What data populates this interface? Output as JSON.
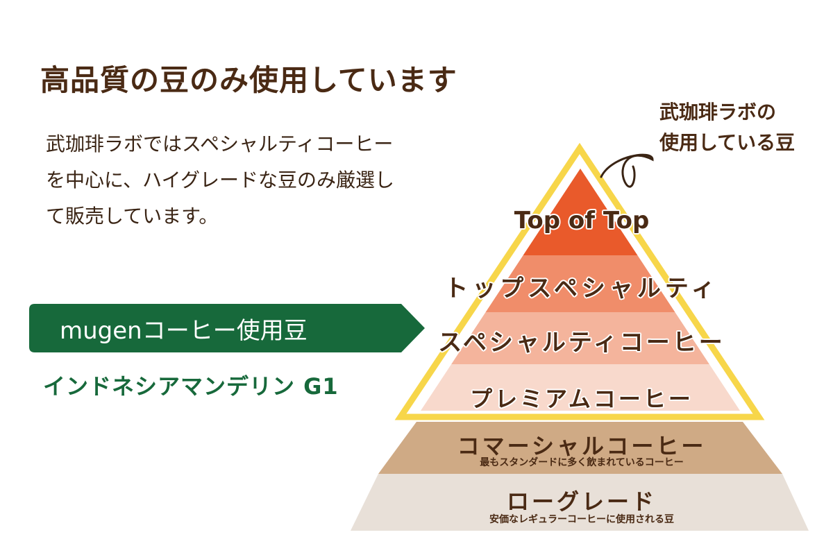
{
  "header": {
    "title": "高品質の豆のみ使用しています"
  },
  "description": {
    "lines": [
      "武珈琲ラボではスペシャルティコーヒー",
      "を中心に、ハイグレードな豆のみ厳選し",
      "て販売しています。"
    ]
  },
  "callout": {
    "lines": [
      "武珈琲ラボの",
      "使用している豆"
    ]
  },
  "banner": {
    "label": "mugenコーヒー使用豆",
    "color": "#17693b"
  },
  "bean": {
    "name": "インドネシアマンデリン G1"
  },
  "pyramid": {
    "highlight_color": "#f7d64a",
    "tiers": [
      {
        "label": "Top of Top",
        "sub": "",
        "color": "#e95a2b"
      },
      {
        "label": "トップスペシャルティ",
        "sub": "",
        "color": "#f08d6a"
      },
      {
        "label": "スペシャルティコーヒー",
        "sub": "",
        "color": "#f4b49c"
      },
      {
        "label": "プレミアムコーヒー",
        "sub": "",
        "color": "#f8d9cc"
      },
      {
        "label": "コマーシャルコーヒー",
        "sub": "最もスタンダードに多く飲まれているコーヒー",
        "color": "#cfaa85"
      },
      {
        "label": "ローグレード",
        "sub": "安価なレギュラーコーヒーに使用される豆",
        "color": "#e8e0d8"
      }
    ]
  }
}
